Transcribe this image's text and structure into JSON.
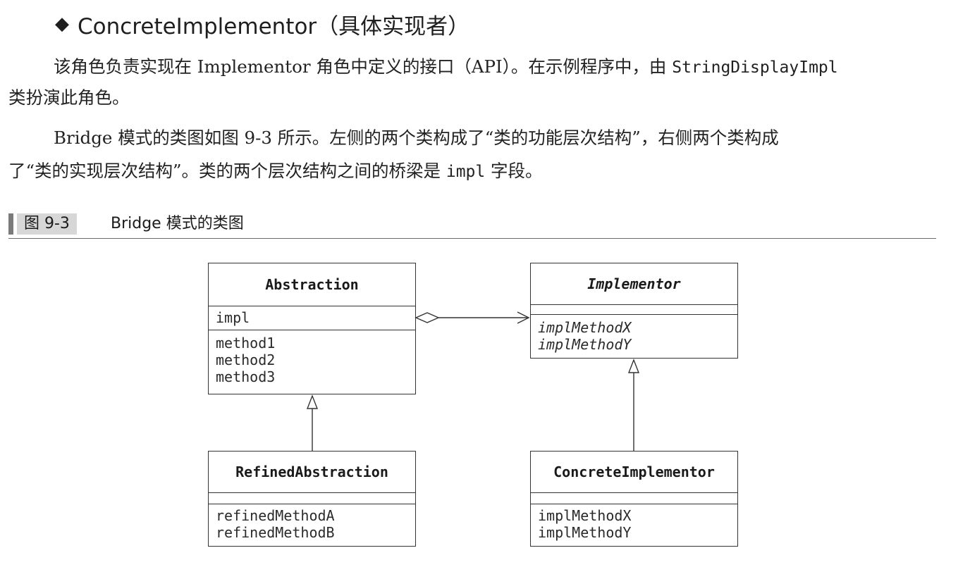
{
  "heading": {
    "bullet": "◆",
    "text": "ConcreteImplementor（具体实现者）"
  },
  "paragraphs": [
    {
      "line1_prefix": "该角色负责实现在 Implementor 角色中定义的接口（API）。在示例程序中，由 ",
      "line1_code": "StringDisplayImpl",
      "line2": "类扮演此角色。"
    },
    {
      "line1": "Bridge 模式的类图如图 9-3 所示。左侧的两个类构成了“类的功能层次结构”，右侧两个类构成",
      "line2_prefix": "了“类的实现层次结构”。类的两个层次结构之间的桥梁是 ",
      "line2_code": "impl",
      "line2_suffix": " 字段。"
    }
  ],
  "figure": {
    "number": "图 9-3",
    "title": "Bridge 模式的类图"
  },
  "diagram": {
    "abstraction": {
      "name": "Abstraction",
      "fields": [
        "impl"
      ],
      "methods": [
        "method1",
        "method2",
        "method3"
      ]
    },
    "implementor": {
      "name": "Implementor",
      "fields": [],
      "methods": [
        "implMethodX",
        "implMethodY"
      ]
    },
    "refined_abstraction": {
      "name": "RefinedAbstraction",
      "fields": [],
      "methods": [
        "refinedMethodA",
        "refinedMethodB"
      ]
    },
    "concrete_implementor": {
      "name": "ConcreteImplementor",
      "fields": [],
      "methods": [
        "implMethodX",
        "implMethodY"
      ]
    },
    "relations": [
      {
        "type": "aggregation",
        "from": "Abstraction",
        "to": "Implementor"
      },
      {
        "type": "generalization",
        "from": "RefinedAbstraction",
        "to": "Abstraction"
      },
      {
        "type": "generalization",
        "from": "ConcreteImplementor",
        "to": "Implementor"
      }
    ]
  }
}
